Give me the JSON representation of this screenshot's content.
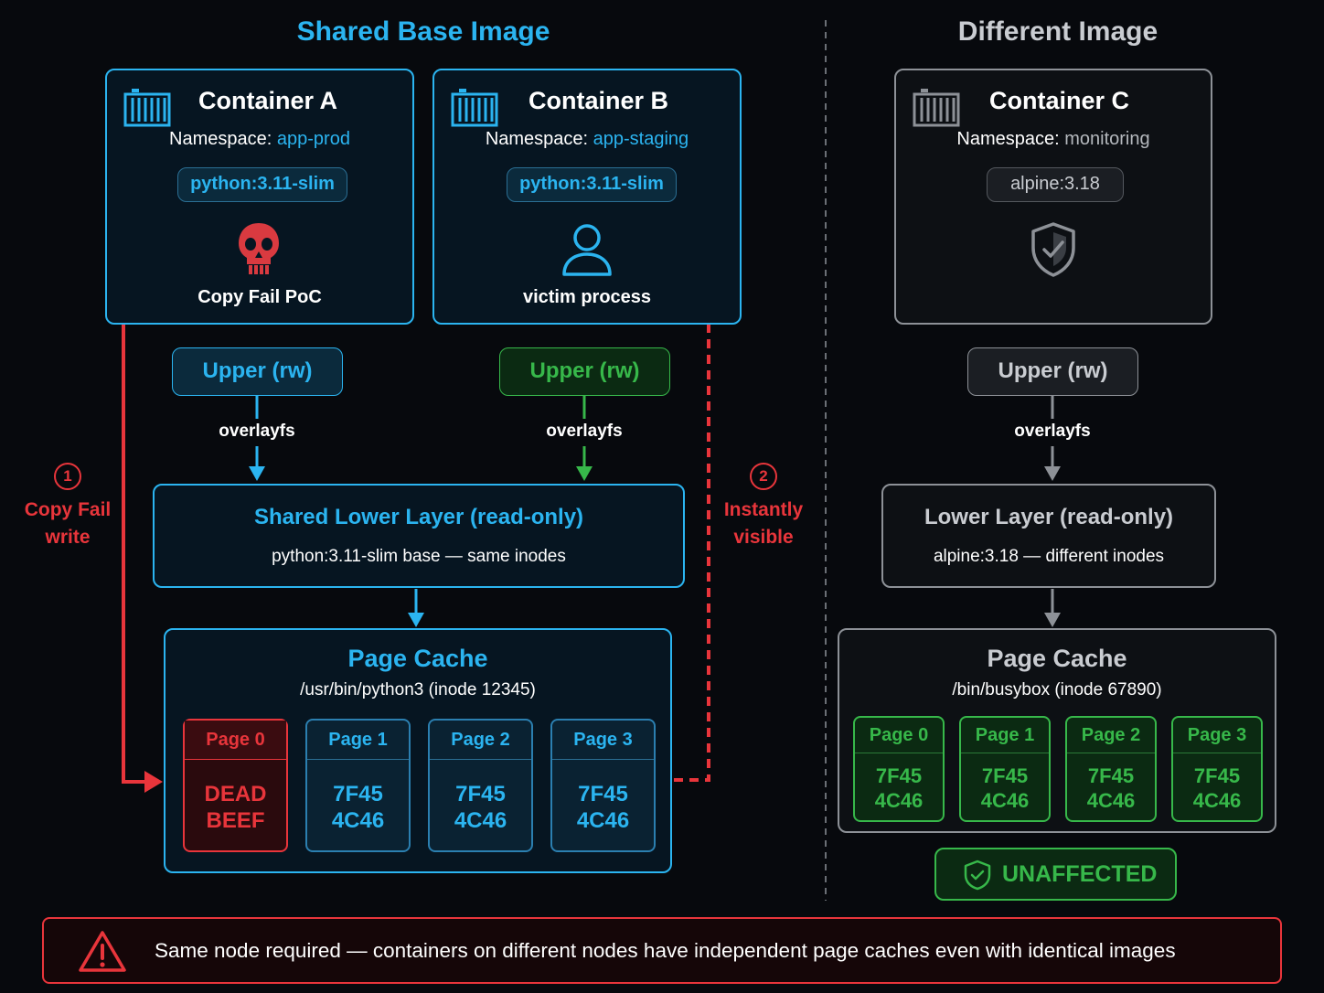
{
  "sections": {
    "shared_title": "Shared Base Image",
    "different_title": "Different Image"
  },
  "containers": {
    "a": {
      "title": "Container A",
      "namespace_label": "Namespace:",
      "namespace_value": "app-prod",
      "image": "python:3.11-slim",
      "caption": "Copy Fail PoC",
      "icon": "skull-icon"
    },
    "b": {
      "title": "Container B",
      "namespace_label": "Namespace:",
      "namespace_value": "app-staging",
      "image": "python:3.11-slim",
      "caption": "victim process",
      "icon": "user-icon"
    },
    "c": {
      "title": "Container C",
      "namespace_label": "Namespace:",
      "namespace_value": "monitoring",
      "image": "alpine:3.18",
      "icon": "shield-check-icon"
    }
  },
  "upper_layers": {
    "a": "Upper (rw)",
    "b": "Upper (rw)",
    "c": "Upper (rw)"
  },
  "edge_labels": {
    "a": "overlayfs",
    "b": "overlayfs",
    "c": "overlayfs"
  },
  "shared_lower": {
    "title": "Shared Lower Layer (read-only)",
    "subtitle": "python:3.11-slim base — same inodes"
  },
  "c_lower": {
    "title": "Lower Layer (read-only)",
    "subtitle": "alpine:3.18 — different inodes"
  },
  "shared_cache": {
    "title": "Page Cache",
    "subtitle": "/usr/bin/python3 (inode 12345)",
    "pages": [
      {
        "label": "Page 0",
        "line1": "DEAD",
        "line2": "BEEF",
        "state": "corrupted"
      },
      {
        "label": "Page 1",
        "line1": "7F45",
        "line2": "4C46",
        "state": "normal"
      },
      {
        "label": "Page 2",
        "line1": "7F45",
        "line2": "4C46",
        "state": "normal"
      },
      {
        "label": "Page 3",
        "line1": "7F45",
        "line2": "4C46",
        "state": "normal"
      }
    ]
  },
  "c_cache": {
    "title": "Page Cache",
    "subtitle": "/bin/busybox (inode 67890)",
    "pages": [
      {
        "label": "Page 0",
        "line1": "7F45",
        "line2": "4C46"
      },
      {
        "label": "Page 1",
        "line1": "7F45",
        "line2": "4C46"
      },
      {
        "label": "Page 2",
        "line1": "7F45",
        "line2": "4C46"
      },
      {
        "label": "Page 3",
        "line1": "7F45",
        "line2": "4C46"
      }
    ]
  },
  "annotations": {
    "step1_num": "1",
    "step1_line1": "Copy Fail",
    "step1_line2": "write",
    "step2_num": "2",
    "step2_line1": "Instantly",
    "step2_line2": "visible"
  },
  "status_badge": {
    "label": "UNAFFECTED",
    "icon": "shield-check-icon"
  },
  "warning": {
    "text": "Same node required — containers on different nodes have independent page caches even with identical images",
    "icon": "warning-icon"
  },
  "colors": {
    "background": "#07090d",
    "blue": "#2bb4f0",
    "green": "#37b84a",
    "grey": "#8d9197",
    "red": "#e8353b"
  }
}
